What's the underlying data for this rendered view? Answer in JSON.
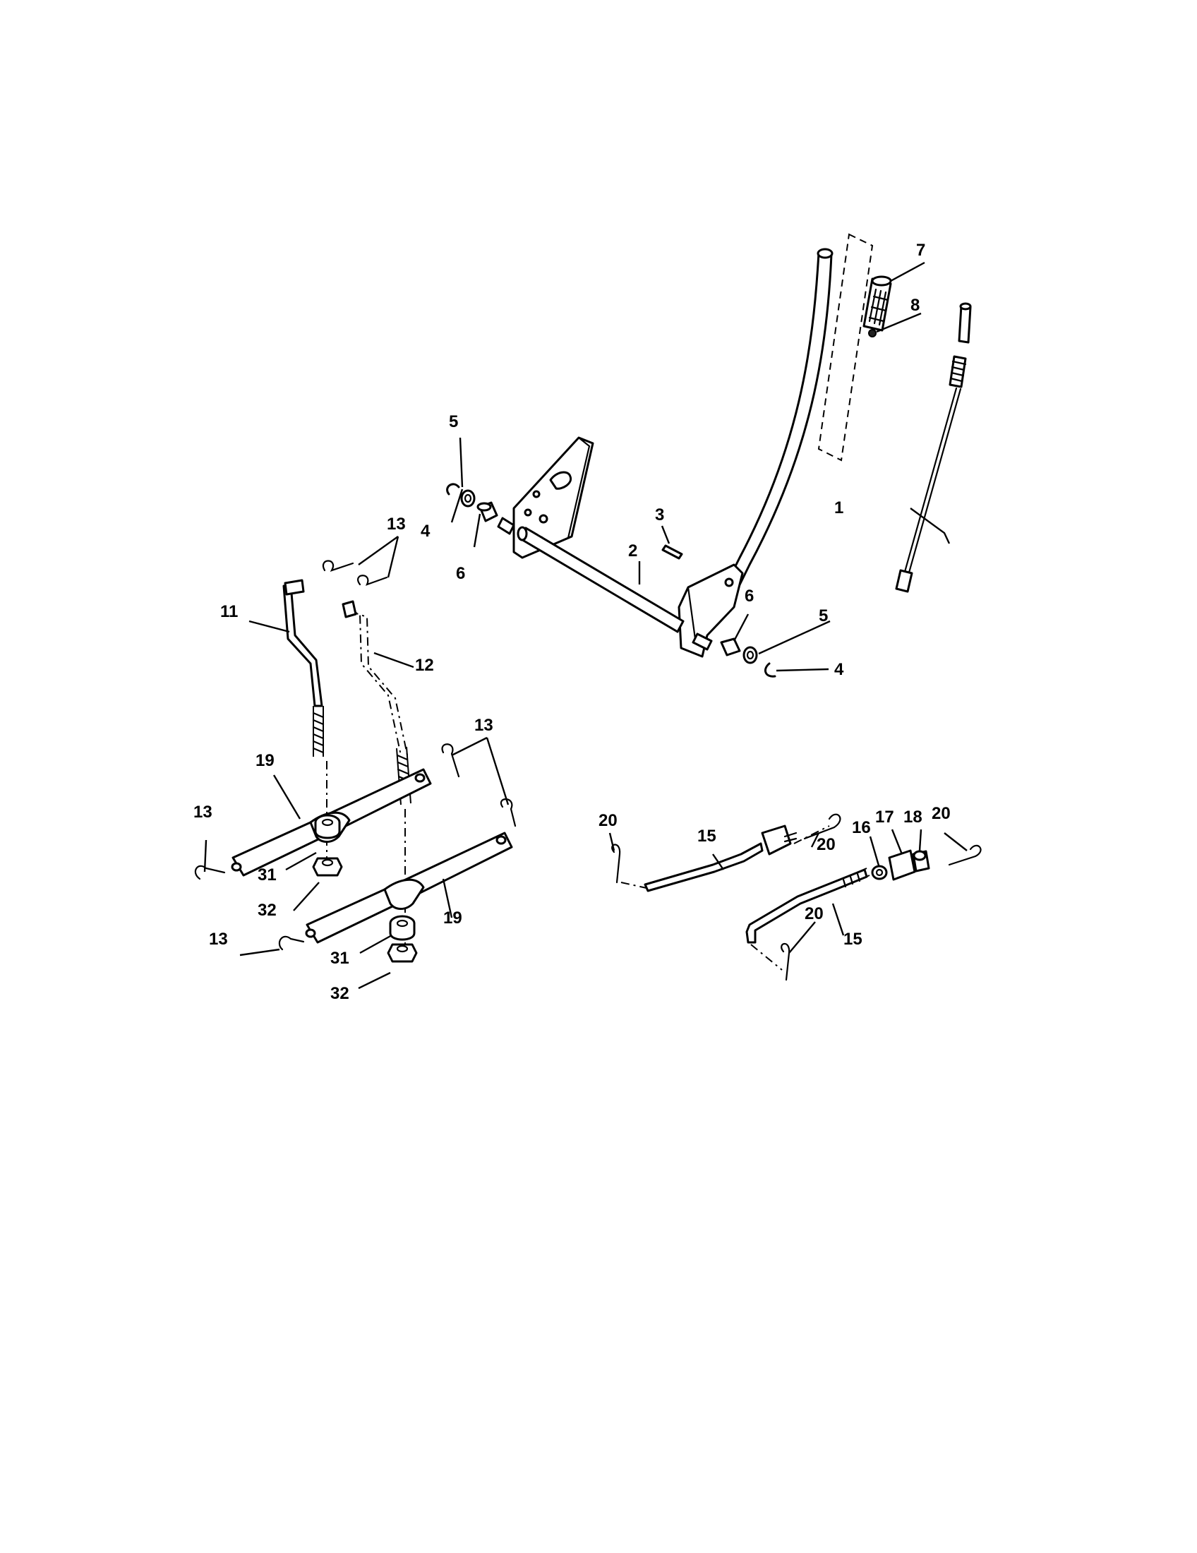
{
  "diagram": {
    "callouts": {
      "c1": "1",
      "c2": "2",
      "c3": "3",
      "c4a": "4",
      "c4b": "4",
      "c5a": "5",
      "c5b": "5",
      "c6a": "6",
      "c6b": "6",
      "c7": "7",
      "c8": "8",
      "c11": "11",
      "c12": "12",
      "c13a": "13",
      "c13b": "13",
      "c13c": "13",
      "c13d": "13",
      "c15a": "15",
      "c15b": "15",
      "c16": "16",
      "c17": "17",
      "c18": "18",
      "c19a": "19",
      "c19b": "19",
      "c20a": "20",
      "c20b": "20",
      "c20c": "20",
      "c20d": "20",
      "c31a": "31",
      "c31b": "31",
      "c32a": "32",
      "c32b": "32"
    }
  }
}
